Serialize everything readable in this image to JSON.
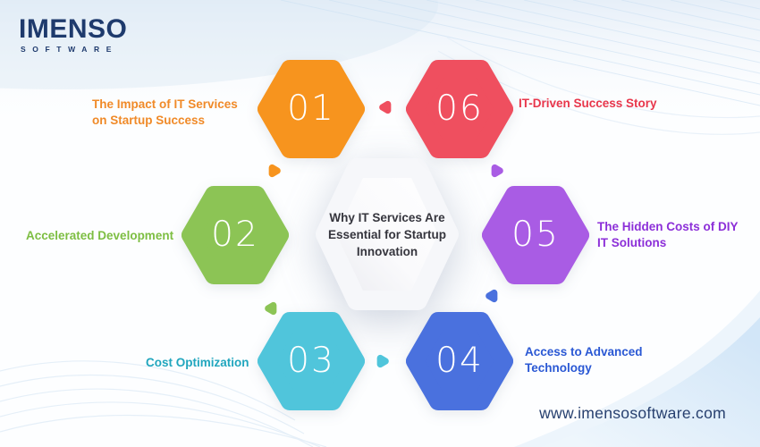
{
  "brand": {
    "name": "IMENSO",
    "tagline": "SOFTWARE",
    "color": "#1e3a6d"
  },
  "center": {
    "title": "Why IT Services Are Essential for Startup Innovation"
  },
  "items": [
    {
      "number": "01",
      "label": "The Impact of IT Services on Startup Success",
      "color": "#F7941E",
      "text_color": "#F08A28",
      "arrow_direction": "right"
    },
    {
      "number": "02",
      "label": "Accelerated Development",
      "color": "#8CC455",
      "text_color": "#7DBE42",
      "arrow_direction": "left"
    },
    {
      "number": "03",
      "label": "Cost Optimization",
      "color": "#50C5DB",
      "text_color": "#21A6BE",
      "arrow_direction": "right"
    },
    {
      "number": "04",
      "label": "Access to Advanced Technology",
      "color": "#4A71DE",
      "text_color": "#2A58D4",
      "arrow_direction": "left"
    },
    {
      "number": "05",
      "label": "The Hidden Costs of DIY IT Solutions",
      "color": "#A95CE4",
      "text_color": "#8C2FD8",
      "arrow_direction": "right"
    },
    {
      "number": "06",
      "label": "IT-Driven Success Story",
      "color": "#EF4F5F",
      "text_color": "#E8364B",
      "arrow_direction": "left"
    }
  ],
  "footer": {
    "website": "www.imensosoftware.com"
  },
  "background": {
    "top_tint": "#e2ecf7",
    "line_pattern_color": "#cde1f3",
    "bottom_wave_color": "#d8e9f8"
  }
}
